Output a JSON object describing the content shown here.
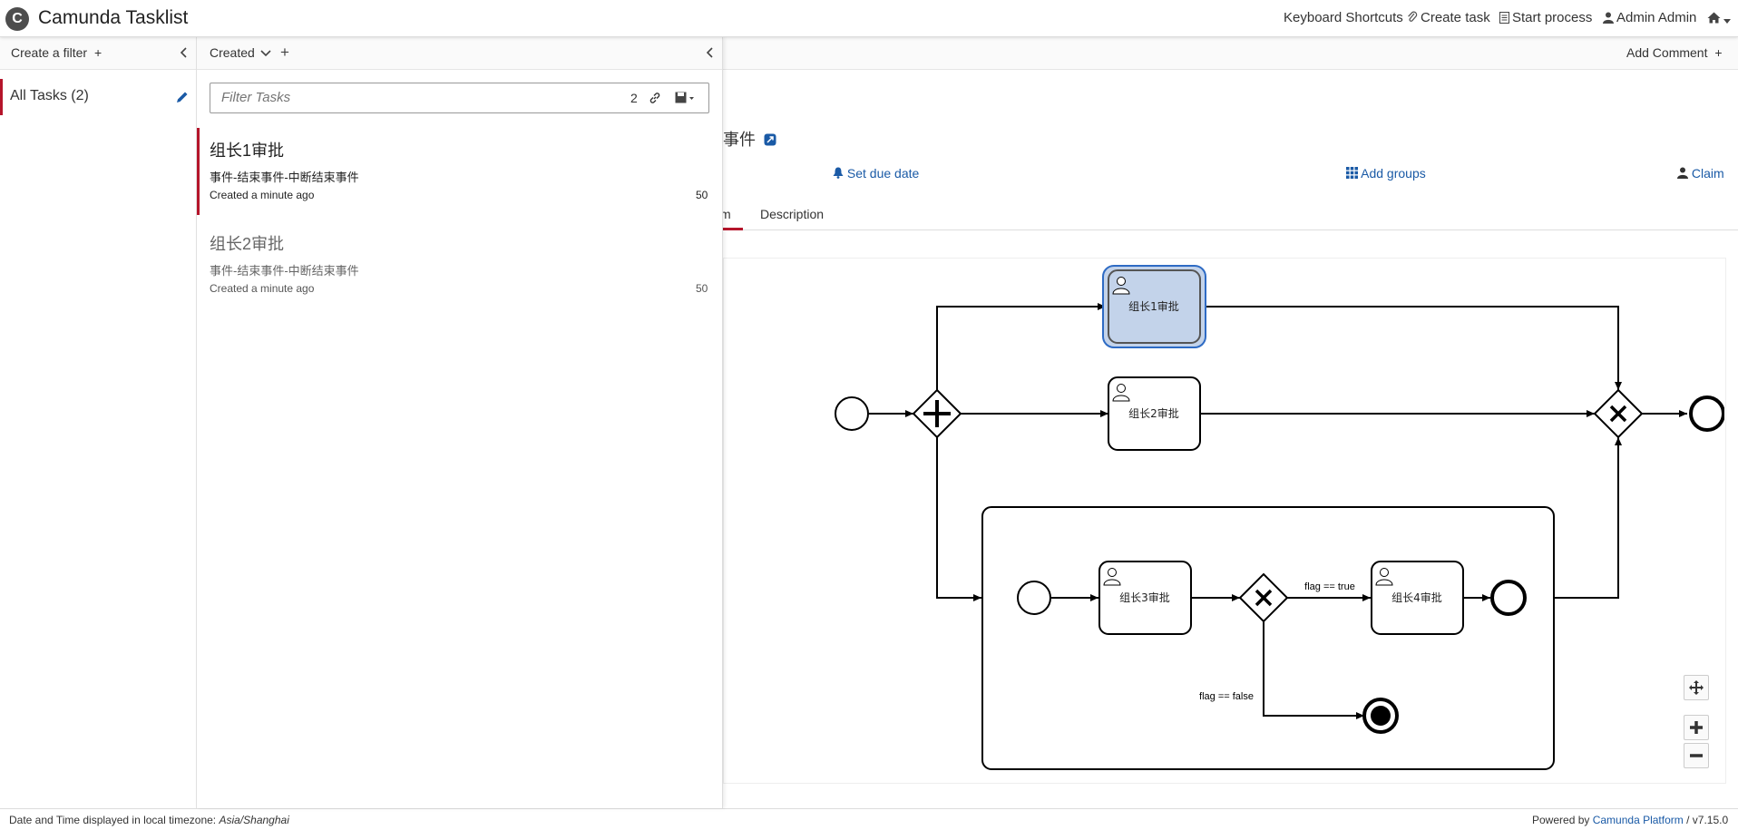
{
  "app": {
    "title": "Camunda Tasklist",
    "logo_letter": "C"
  },
  "header": {
    "keyboard_shortcuts": "Keyboard Shortcuts",
    "create_task": "Create task",
    "start_process": "Start process",
    "user": "Admin Admin"
  },
  "filters": {
    "create_label": "Create a filter",
    "items": [
      {
        "label": "All Tasks (2)"
      }
    ]
  },
  "list": {
    "sort_label": "Created",
    "search_placeholder": "Filter Tasks",
    "search_count": "2",
    "tasks": [
      {
        "name": "组长1审批",
        "process": "事件-结束事件-中断结束事件",
        "created": "Created a minute ago",
        "priority": "50",
        "selected": true
      },
      {
        "name": "组长2审批",
        "process": "事件-结束事件-中断结束事件",
        "created": "Created a minute ago",
        "priority": "50",
        "selected": false
      }
    ]
  },
  "detail": {
    "add_comment": "Add Comment",
    "process_name_partial": "事件",
    "set_due_date": "Set due date",
    "add_groups": "Add groups",
    "claim": "Claim",
    "tab_diagram_partial": "m",
    "tab_description": "Description"
  },
  "diagram": {
    "tasks": [
      "组长1审批",
      "组长2审批",
      "组长3审批",
      "组长4审批"
    ],
    "conditions": {
      "true": "flag == true",
      "false": "flag == false"
    }
  },
  "footer": {
    "timezone_label": "Date and Time displayed in local timezone:",
    "timezone": "Asia/Shanghai",
    "powered_by": "Powered by",
    "platform": "Camunda Platform",
    "version": "/ v7.15.0"
  },
  "colors": {
    "accent": "#b5152b",
    "link": "#1a5aa6",
    "highlight_fill": "#c3d3ea",
    "highlight_stroke": "#2e6bc4"
  }
}
